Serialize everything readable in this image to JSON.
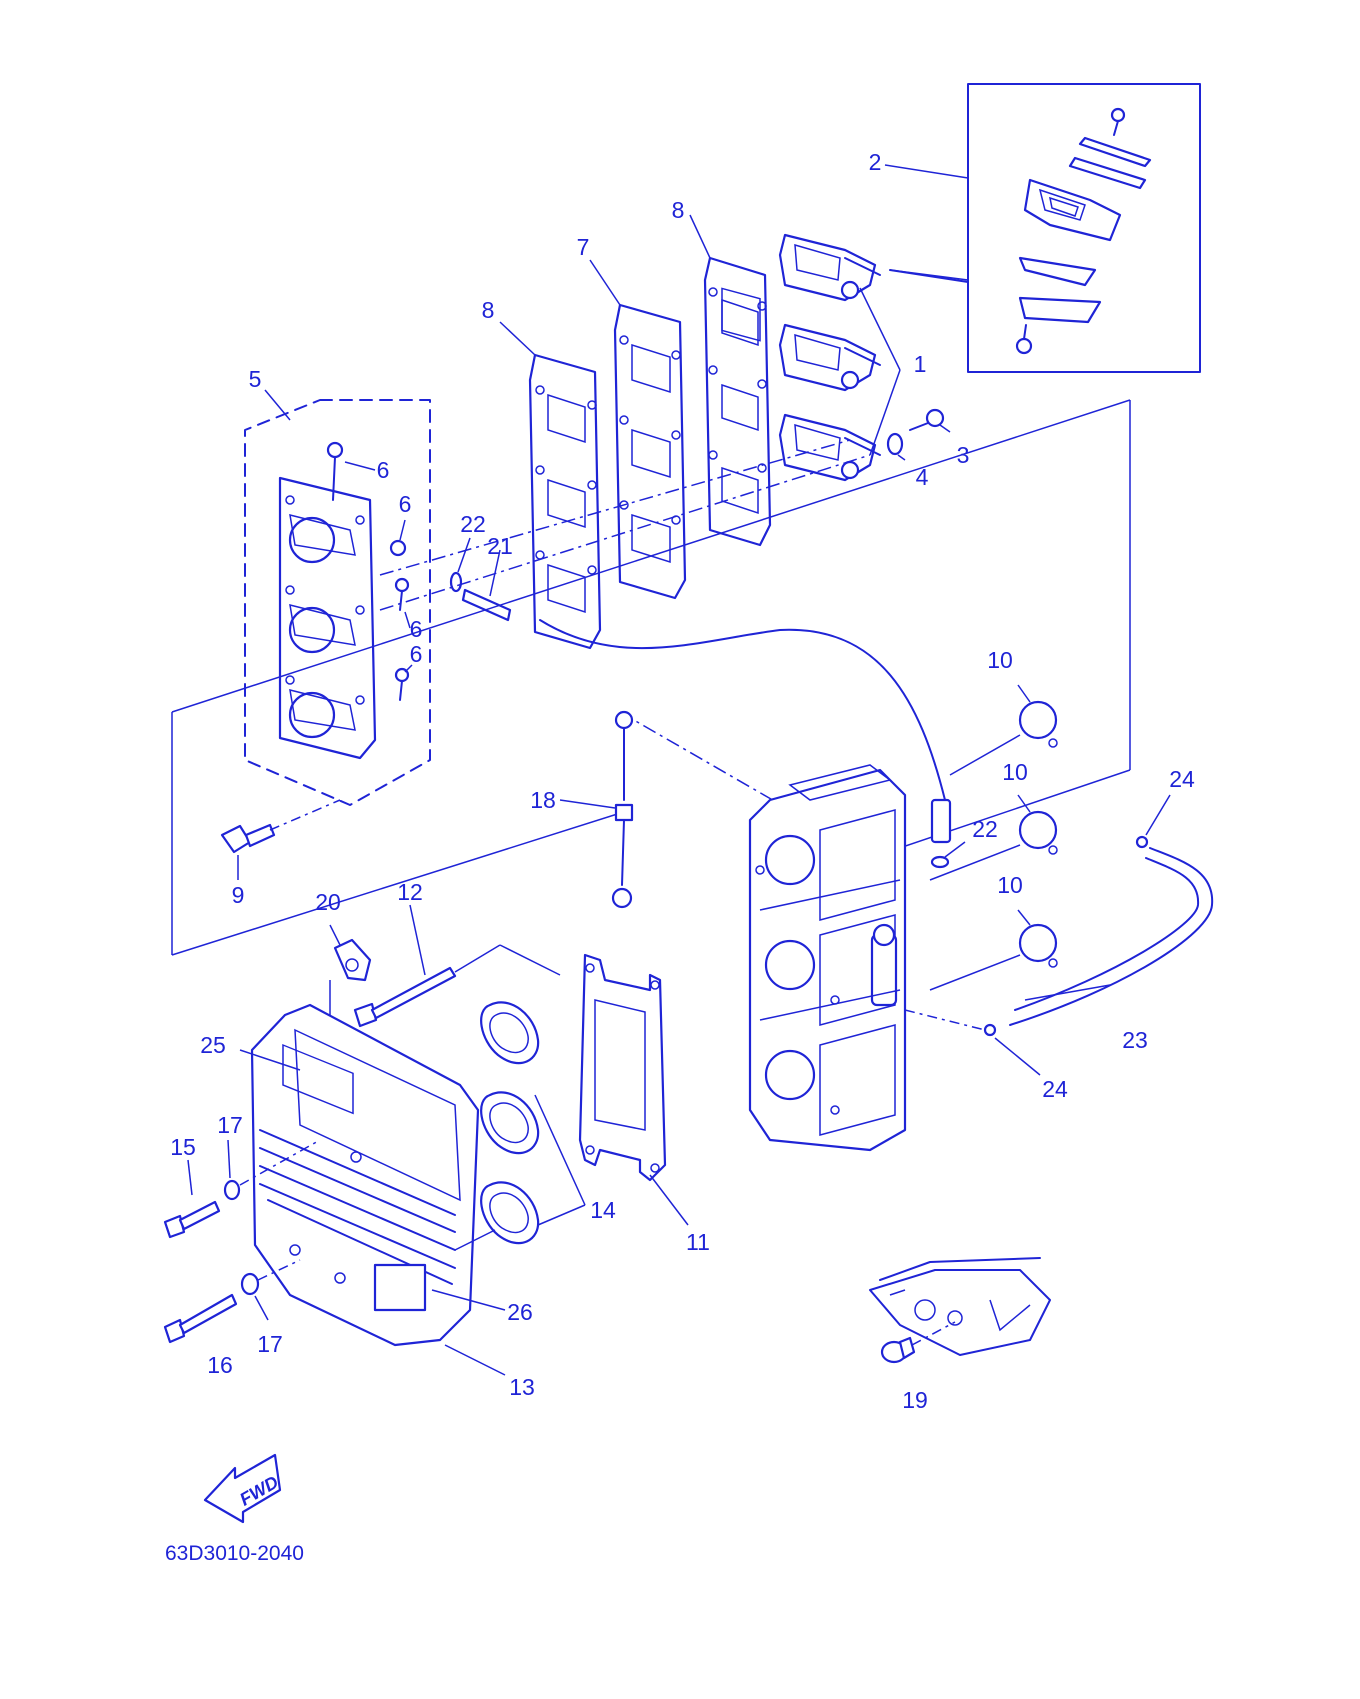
{
  "diagram": {
    "line_color": "#1f24d6",
    "background": "#ffffff",
    "part_code": "63D3010-2040",
    "fwd_label": "FWD"
  },
  "callouts": [
    {
      "id": "c1",
      "text": "1"
    },
    {
      "id": "c2",
      "text": "2"
    },
    {
      "id": "c3",
      "text": "3"
    },
    {
      "id": "c4",
      "text": "4"
    },
    {
      "id": "c5",
      "text": "5"
    },
    {
      "id": "c6a",
      "text": "6"
    },
    {
      "id": "c6b",
      "text": "6"
    },
    {
      "id": "c6c",
      "text": "6"
    },
    {
      "id": "c6d",
      "text": "6"
    },
    {
      "id": "c7",
      "text": "7"
    },
    {
      "id": "c8a",
      "text": "8"
    },
    {
      "id": "c8b",
      "text": "8"
    },
    {
      "id": "c9",
      "text": "9"
    },
    {
      "id": "c10a",
      "text": "10"
    },
    {
      "id": "c10b",
      "text": "10"
    },
    {
      "id": "c10c",
      "text": "10"
    },
    {
      "id": "c11",
      "text": "11"
    },
    {
      "id": "c12",
      "text": "12"
    },
    {
      "id": "c13",
      "text": "13"
    },
    {
      "id": "c14",
      "text": "14"
    },
    {
      "id": "c15",
      "text": "15"
    },
    {
      "id": "c16",
      "text": "16"
    },
    {
      "id": "c17a",
      "text": "17"
    },
    {
      "id": "c17b",
      "text": "17"
    },
    {
      "id": "c18",
      "text": "18"
    },
    {
      "id": "c19",
      "text": "19"
    },
    {
      "id": "c20",
      "text": "20"
    },
    {
      "id": "c21",
      "text": "21"
    },
    {
      "id": "c22a",
      "text": "22"
    },
    {
      "id": "c22b",
      "text": "22"
    },
    {
      "id": "c23",
      "text": "23"
    },
    {
      "id": "c24a",
      "text": "24"
    },
    {
      "id": "c24b",
      "text": "24"
    },
    {
      "id": "c25",
      "text": "25"
    },
    {
      "id": "c26",
      "text": "26"
    }
  ]
}
